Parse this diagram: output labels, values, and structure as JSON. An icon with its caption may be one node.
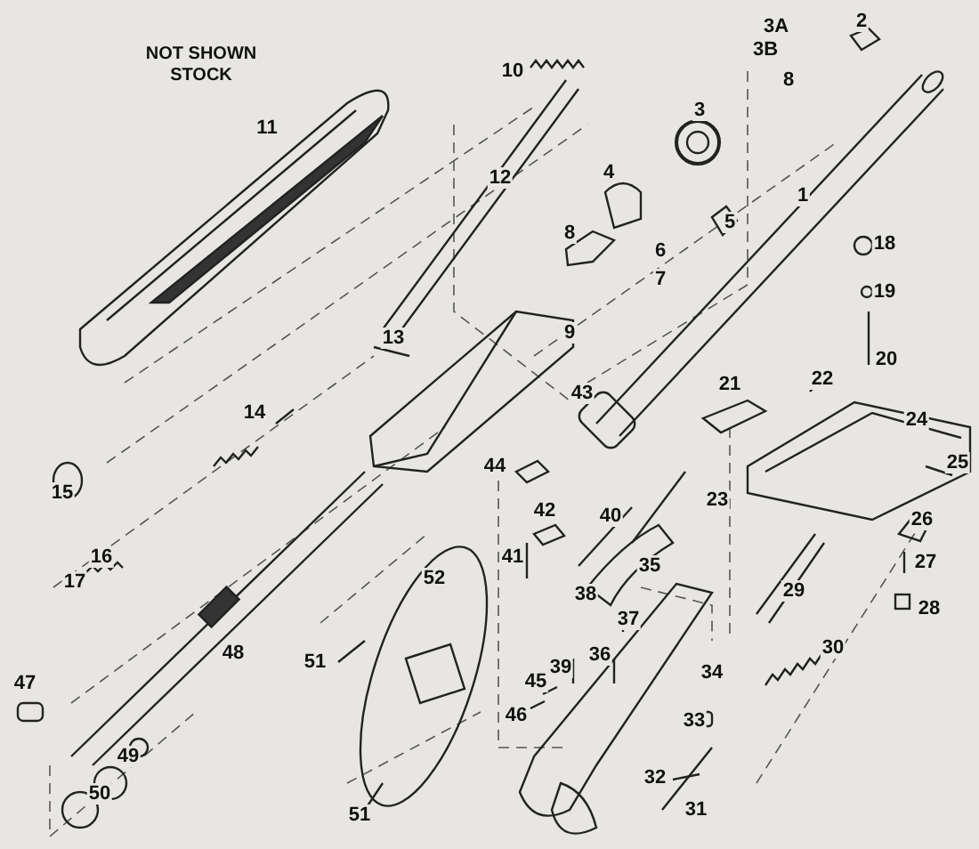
{
  "diagram": {
    "labels": [
      "NOT SHOWN STOCK",
      "2",
      "3A",
      "3B",
      "10",
      "8",
      "3",
      "11",
      "12",
      "4",
      "1",
      "5",
      "8",
      "18",
      "6",
      "7",
      "19",
      "9",
      "13",
      "20",
      "22",
      "21",
      "43",
      "14",
      "24",
      "25",
      "44",
      "15",
      "23",
      "42",
      "40",
      "26",
      "16",
      "41",
      "35",
      "27",
      "52",
      "17",
      "38",
      "29",
      "28",
      "37",
      "30",
      "48",
      "36",
      "51",
      "39",
      "34",
      "45",
      "47",
      "46",
      "33",
      "49",
      "32",
      "50",
      "31",
      "51"
    ]
  }
}
